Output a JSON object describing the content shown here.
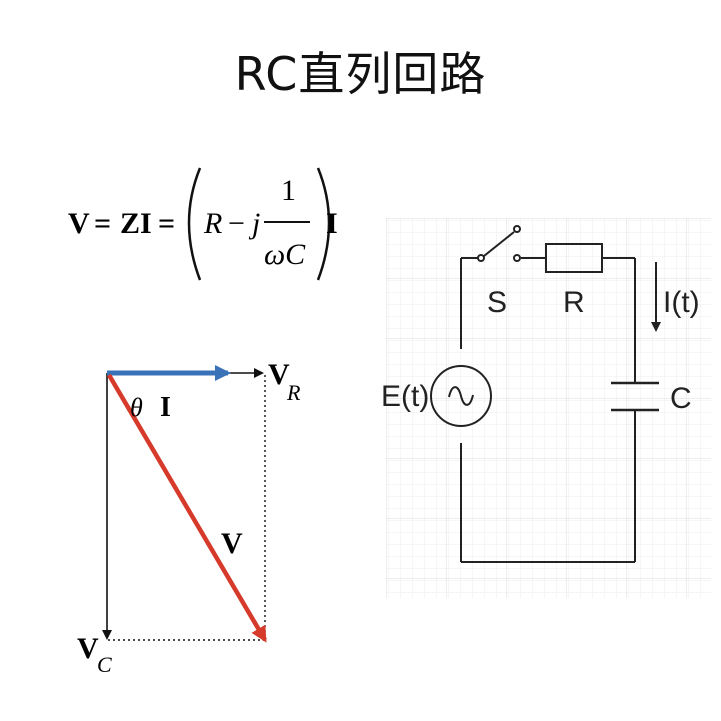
{
  "title": "RC直列回路",
  "formula": {
    "lhs_v": "V",
    "eq1": "=",
    "zi": "ZI",
    "eq2": "=",
    "r": "R",
    "minus": "−",
    "j": "j",
    "num": "1",
    "den": "ωC",
    "rhs_i": "I"
  },
  "phasor": {
    "vr_main": "V",
    "vr_sub": "R",
    "theta": "θ",
    "i_label": "I",
    "v_label": "V",
    "vc_main": "V",
    "vc_sub": "C"
  },
  "circuit": {
    "switch": "S",
    "resistor": "R",
    "current": "I(t)",
    "source": "E(t)",
    "capacitor": "C",
    "source_symbol": "∼"
  },
  "colors": {
    "current_arrow": "#3a72b8",
    "voltage_arrow": "#d63a2a",
    "grid": "#e6e6e6",
    "wire": "#222222"
  }
}
